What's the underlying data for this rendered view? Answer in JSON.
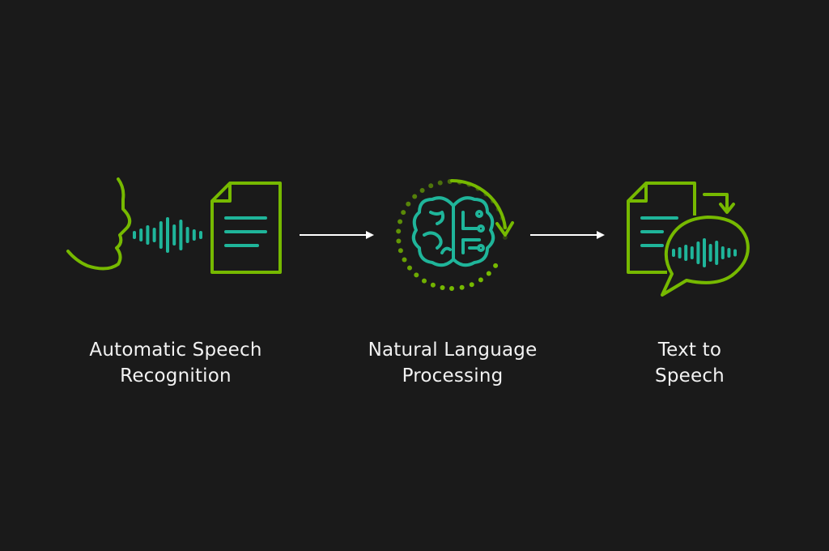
{
  "stages": [
    {
      "id": "asr",
      "label_line1": "Automatic Speech",
      "label_line2": "Recognition",
      "icon": "speaking-face-to-document-icon"
    },
    {
      "id": "nlp",
      "label_line1": "Natural Language",
      "label_line2": "Processing",
      "icon": "brain-circuit-icon"
    },
    {
      "id": "tts",
      "label_line1": "Text to",
      "label_line2": "Speech",
      "icon": "document-to-speech-bubble-icon"
    }
  ],
  "colors": {
    "background": "#1a1a1a",
    "green": "#76b900",
    "teal": "#1fb59a",
    "text": "#f2f2f2",
    "arrow": "#ffffff"
  }
}
